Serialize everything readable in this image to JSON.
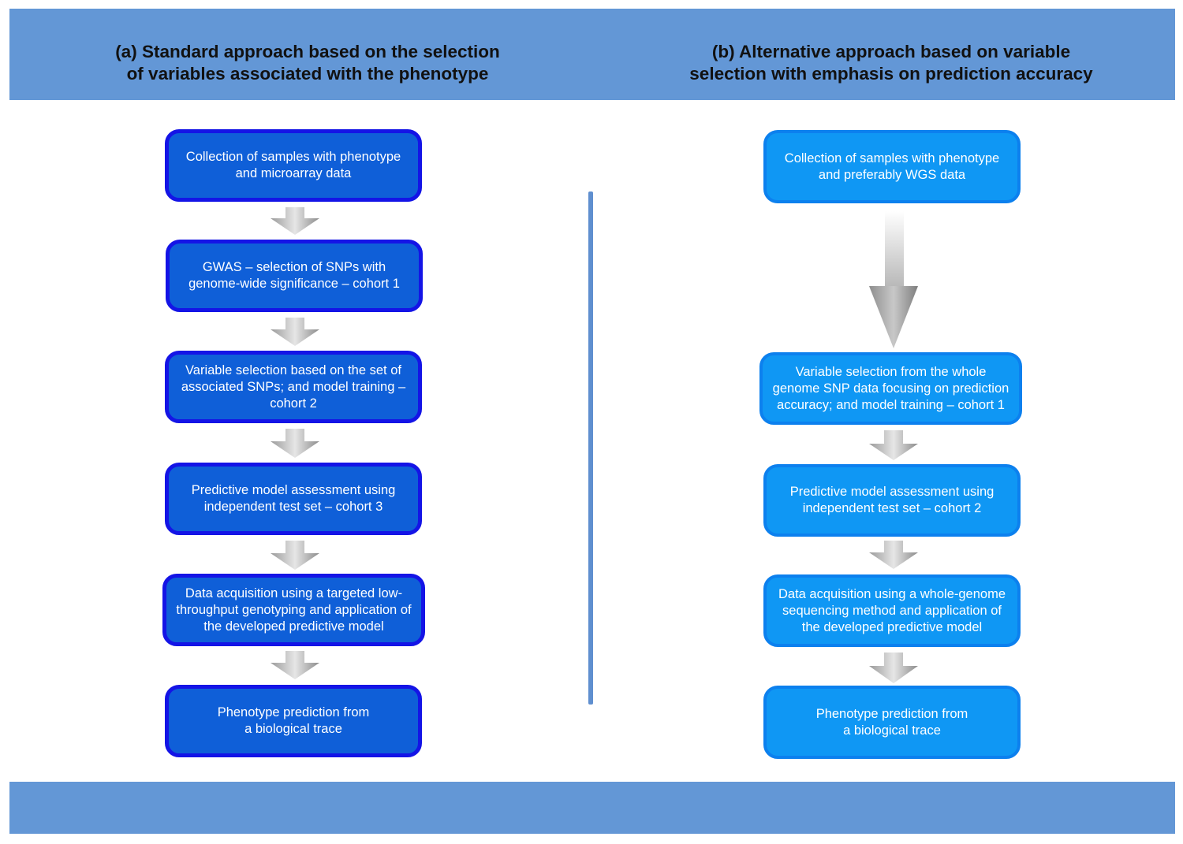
{
  "panel_a": {
    "heading": [
      "(a) Standard approach based on the selection",
      "of variables associated with the phenotype"
    ],
    "steps": [
      [
        "Collection of samples with phenotype",
        "and microarray data"
      ],
      [
        "GWAS – selection of SNPs with",
        "genome-wide significance – cohort 1"
      ],
      [
        "Variable selection based on the set of",
        "associated SNPs; and model training –",
        "cohort 2"
      ],
      [
        "Predictive model assessment using",
        "independent test set – cohort 3"
      ],
      [
        "Data acquisition using a targeted low-",
        "throughput genotyping and application of",
        "the developed predictive model"
      ],
      [
        "Phenotype prediction from",
        "a biological trace"
      ]
    ]
  },
  "panel_b": {
    "heading": [
      "(b) Alternative approach based on variable",
      "selection with emphasis on prediction accuracy"
    ],
    "steps": [
      [
        "Collection of samples with phenotype",
        "and preferably WGS data"
      ],
      [
        "Variable selection from the whole",
        "genome SNP data focusing on prediction",
        "accuracy; and model training – cohort 1"
      ],
      [
        "Predictive model assessment using",
        "independent test set – cohort 2"
      ],
      [
        "Data acquisition using a whole-genome",
        "sequencing method and application of",
        "the developed predictive model"
      ],
      [
        "Phenotype prediction from",
        "a biological trace"
      ]
    ]
  },
  "colors": {
    "band": "#6397d6",
    "box_a_fill": "#0f5fd8",
    "box_a_border": "#1414e6",
    "box_b_fill": "#0f97f4",
    "box_b_border": "#0c80ee",
    "divider": "#5f8fcf"
  }
}
